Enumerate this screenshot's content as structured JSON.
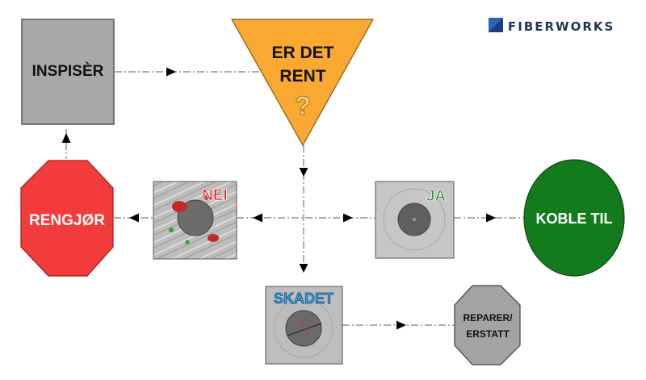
{
  "logo": {
    "text": "FIBERWORKS",
    "color": "#1d3557"
  },
  "nodes": {
    "inspect": {
      "label": "INSPISÈR",
      "color": "#a8a8a8"
    },
    "question": {
      "line1": "ER DET",
      "line2": "RENT",
      "mark": "?",
      "color": "#f9a832"
    },
    "clean": {
      "label": "RENGJØR",
      "color": "#f23c3c"
    },
    "dirty": {
      "label": "NEI",
      "color": "#d62020"
    },
    "ok": {
      "label": "JA",
      "color": "#2e8b2e"
    },
    "connect": {
      "label": "KOBLE TIL",
      "color": "#147a1e"
    },
    "damaged": {
      "label": "SKADET",
      "color": "#3fa3e0"
    },
    "repair": {
      "line1": "REPARER/",
      "line2": "ERSTATT",
      "color": "#a3a3a3"
    }
  }
}
